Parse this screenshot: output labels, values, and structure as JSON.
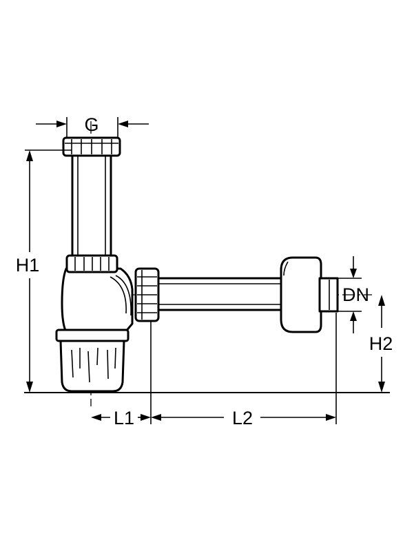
{
  "labels": {
    "g": "G",
    "h1": "H1",
    "h2": "H2",
    "dn": "DN",
    "l1": "L1",
    "l2": "L2"
  },
  "colors": {
    "line": "#000000",
    "background": "#ffffff"
  }
}
